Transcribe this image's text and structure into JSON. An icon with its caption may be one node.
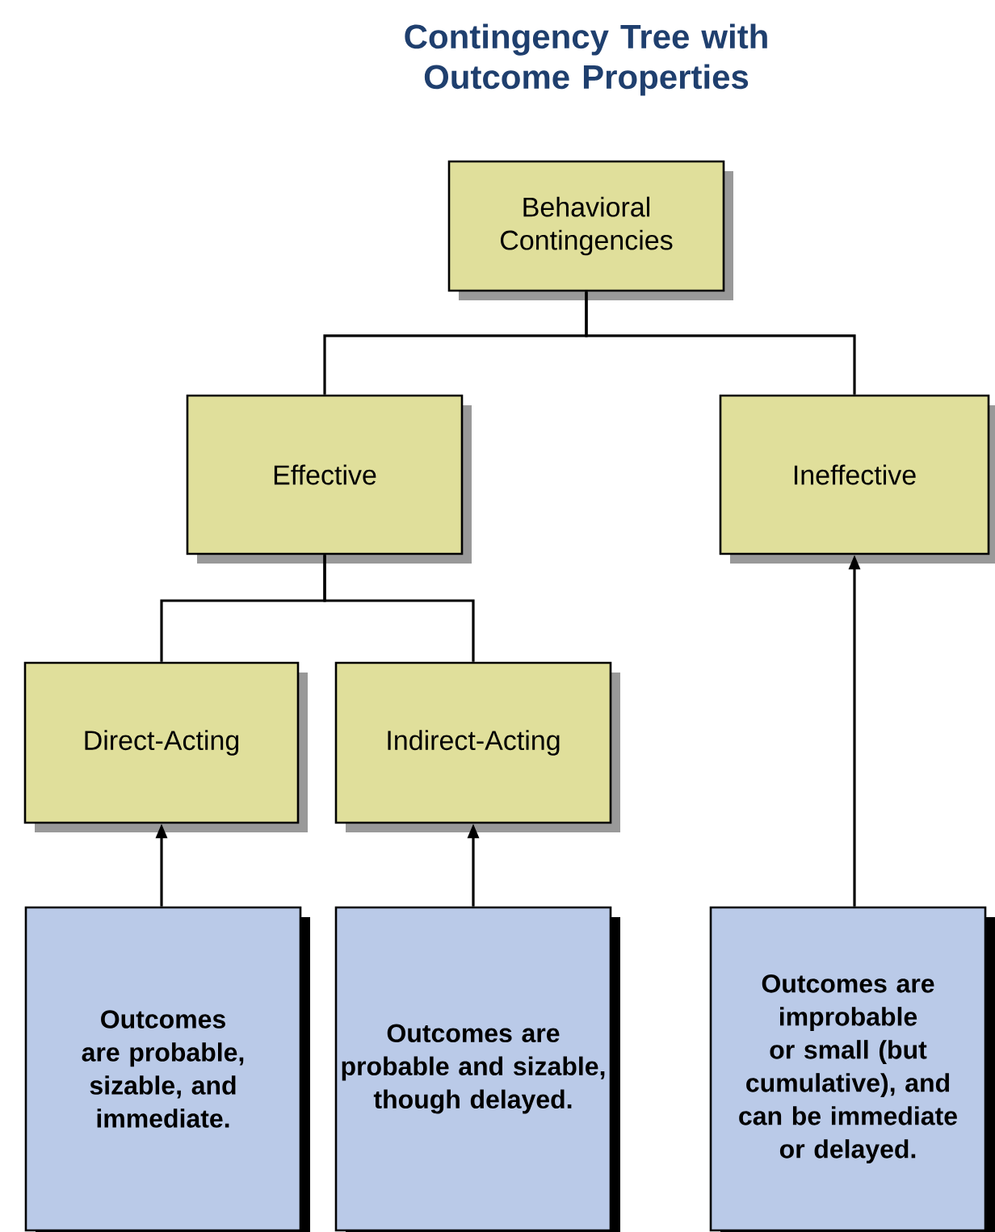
{
  "diagram": {
    "title": "Contingency Tree with Outcome Properties",
    "nodes": [
      {
        "text": [
          "Behavioral Contingencies"
        ]
      },
      {
        "text": [
          "Effective"
        ]
      },
      {
        "text": [
          "Ineffective"
        ]
      },
      {
        "text": [
          "Direct-Acting"
        ]
      },
      {
        "text": [
          "Indirect-Acting"
        ]
      },
      {
        "text": [
          "Outcomes are probable, sizable, and immediate."
        ]
      },
      {
        "text": [
          "Outcomes are probable and sizable, though delayed."
        ]
      },
      {
        "text": [
          "Outcomes are improbable or small (but cumulative), and can be immediate or delayed."
        ]
      }
    ],
    "edges": [
      {
        "from": 0,
        "to": 1,
        "arrow": "none"
      },
      {
        "from": 0,
        "to": 2,
        "arrow": "none"
      },
      {
        "from": 1,
        "to": 3,
        "arrow": "none"
      },
      {
        "from": 1,
        "to": 4,
        "arrow": "none"
      },
      {
        "from": 5,
        "to": 3,
        "arrow": "to"
      },
      {
        "from": 6,
        "to": 4,
        "arrow": "to"
      },
      {
        "from": 7,
        "to": 2,
        "arrow": "to"
      }
    ]
  }
}
